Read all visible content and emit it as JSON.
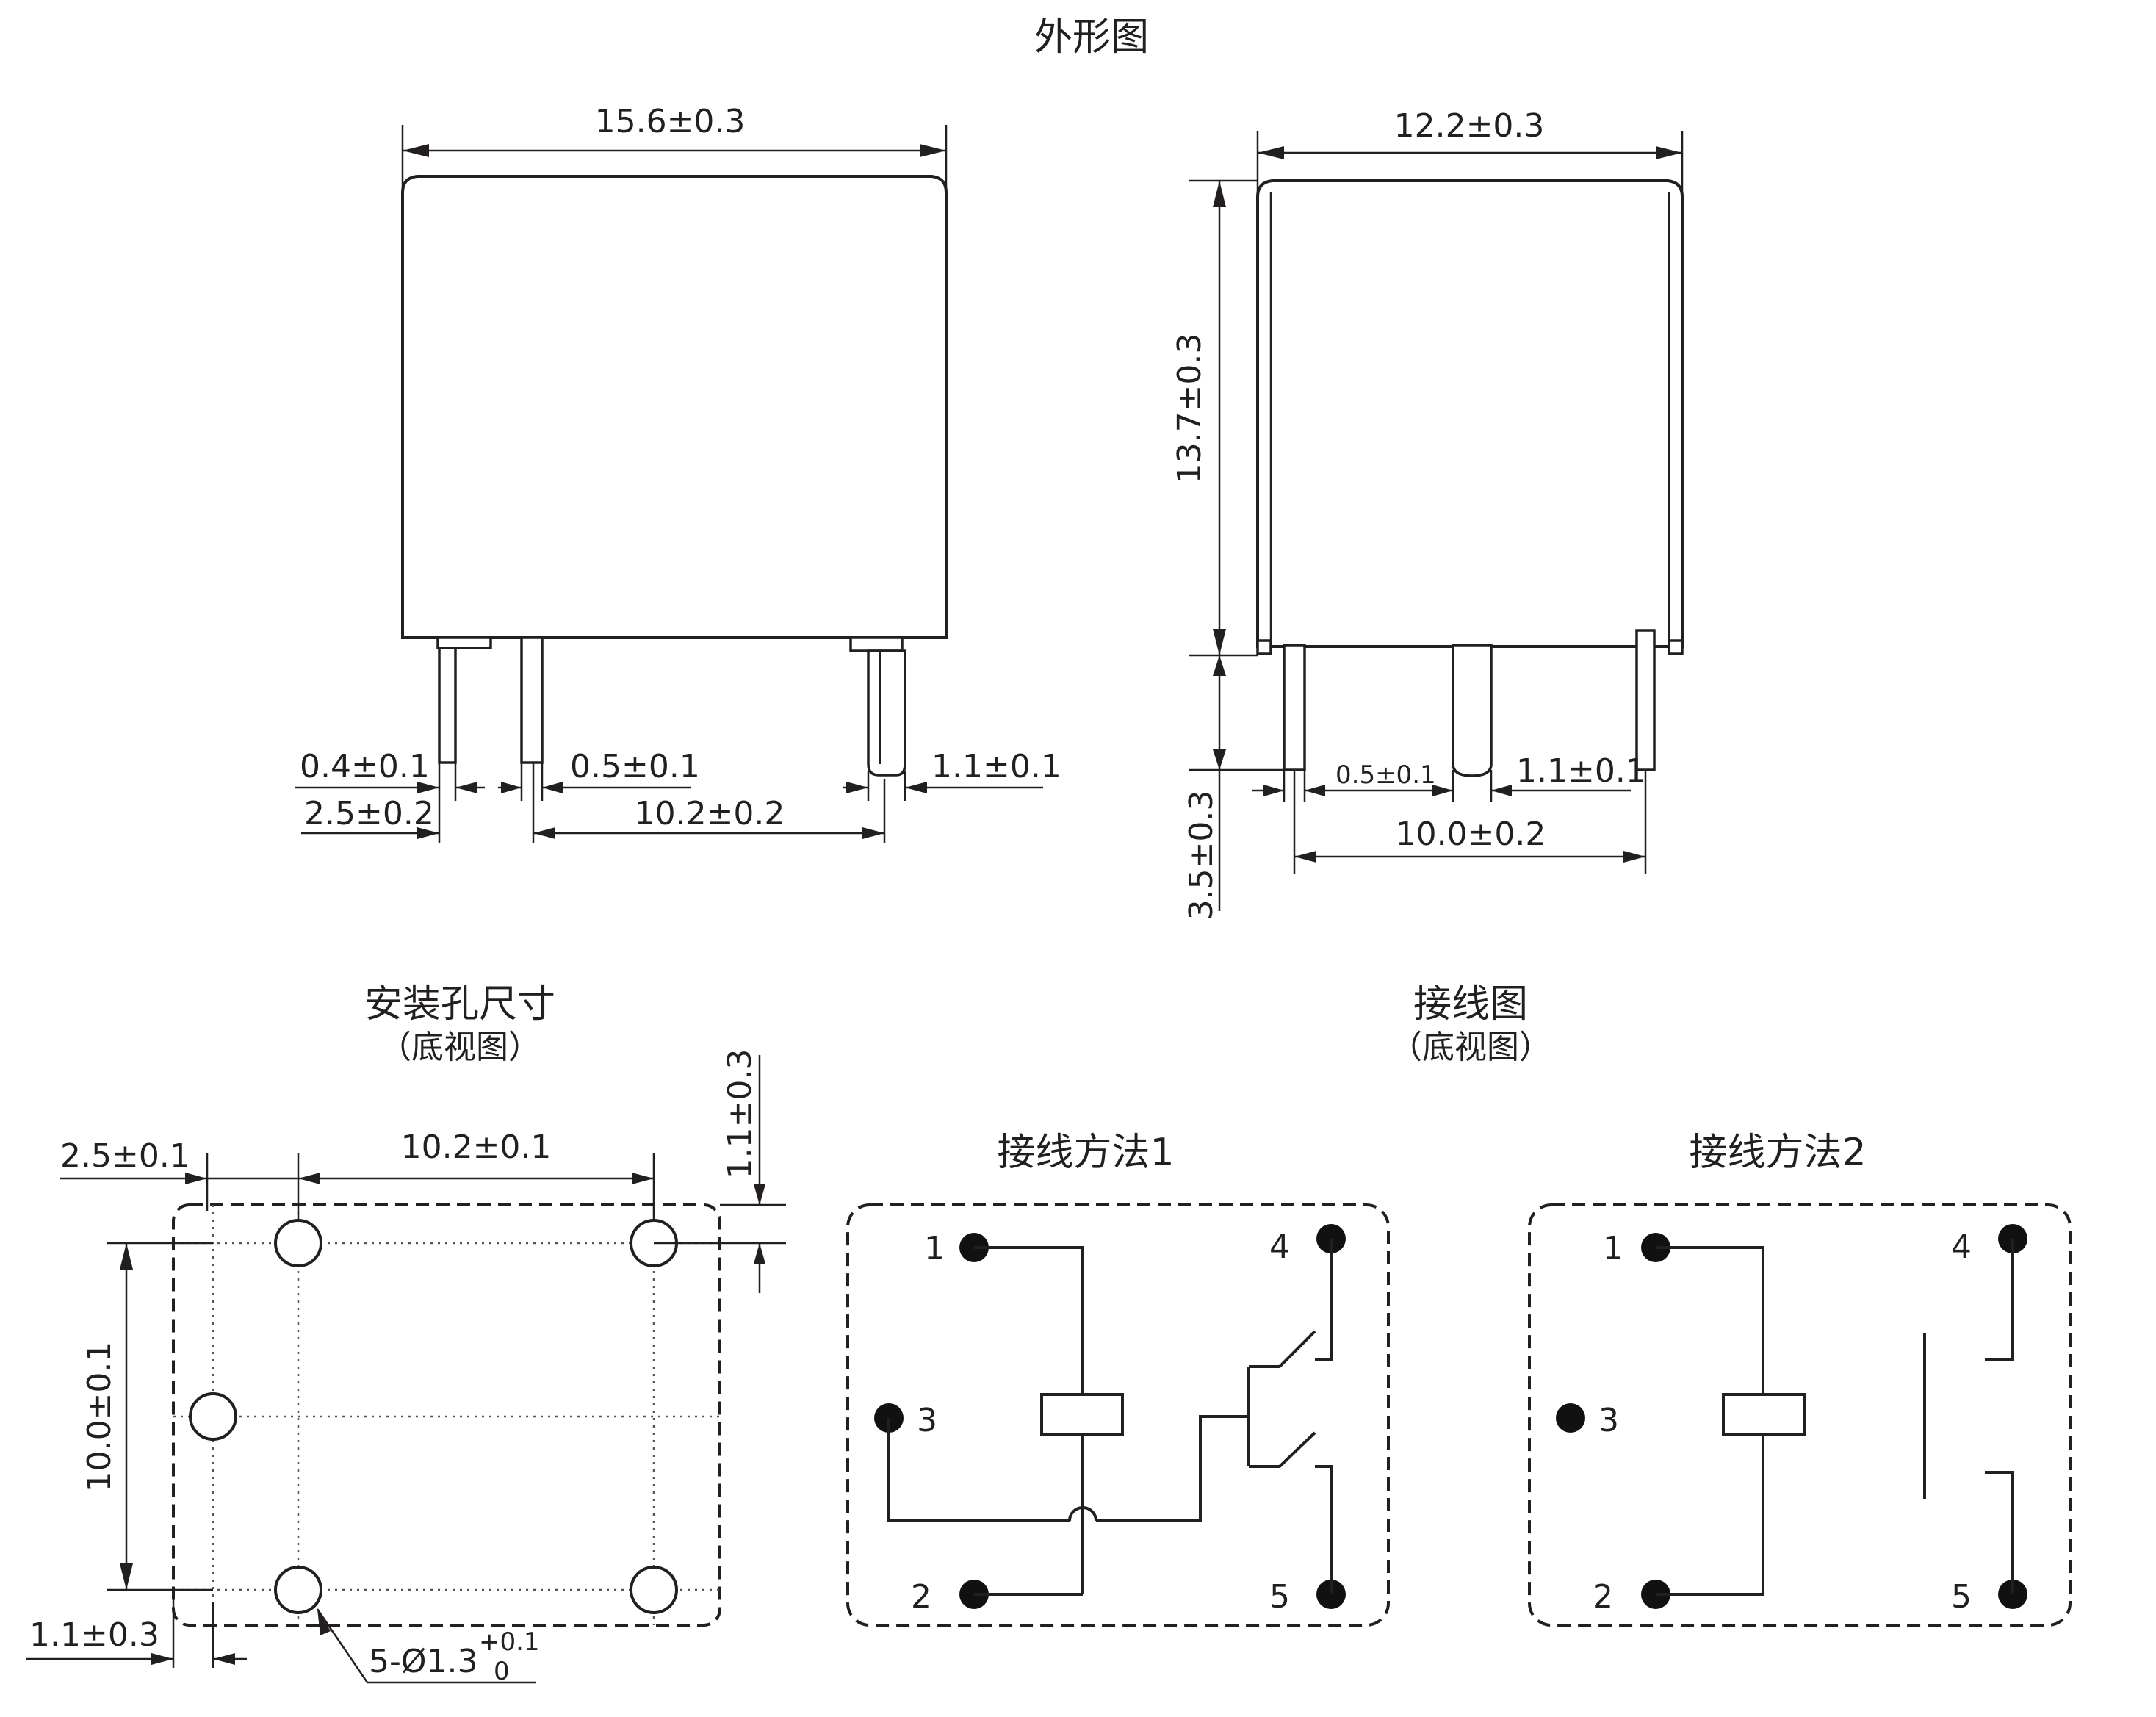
{
  "outline": {
    "title": "外形图",
    "front": {
      "width": "15.6±0.3",
      "pin_thickness": "0.4±0.1",
      "pin_gap": "0.5±0.1",
      "pin_right_width": "1.1±0.1",
      "pitch_left": "2.5±0.2",
      "pitch_main": "10.2±0.2"
    },
    "side": {
      "width": "12.2±0.3",
      "height": "13.7±0.3",
      "pin_length": "3.5±0.3",
      "pin_thickness": "0.5±0.1",
      "pin_width": "1.1±0.1",
      "pitch": "10.0±0.2"
    }
  },
  "mounting": {
    "title": "安装孔尺寸",
    "subtitle": "（底视图）",
    "dim_left_pitch": "2.5±0.1",
    "dim_main_pitch": "10.2±0.1",
    "dim_top_offset": "1.1±0.3",
    "dim_vertical_pitch": "10.0±0.1",
    "dim_left_offset": "1.1±0.3",
    "hole_prefix": "5-",
    "hole_diameter_symbol": "Ø",
    "hole_size": "1.3",
    "hole_tol_upper": "+0.1",
    "hole_tol_lower": "0"
  },
  "wiring": {
    "title": "接线图",
    "subtitle": "（底视图）",
    "method1": {
      "title": "接线方法1",
      "pins": [
        "1",
        "2",
        "3",
        "4",
        "5"
      ]
    },
    "method2": {
      "title": "接线方法2",
      "pins": [
        "1",
        "2",
        "3",
        "4",
        "5"
      ]
    }
  }
}
